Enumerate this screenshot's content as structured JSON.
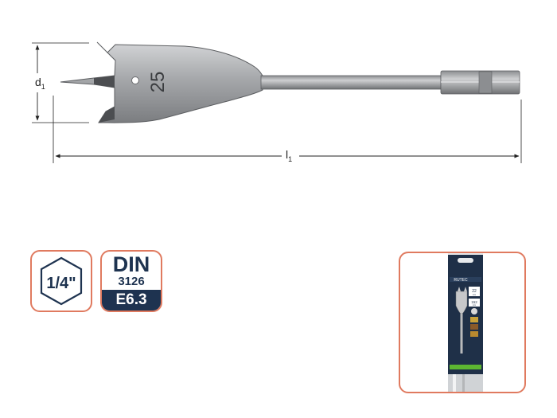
{
  "drawing": {
    "blade_size_label": "25",
    "dim_d1": {
      "main": "d",
      "sub": "1"
    },
    "dim_l1": {
      "main": "l",
      "sub": "1"
    }
  },
  "badges": {
    "hex_shank": {
      "label": "1/4\""
    },
    "din": {
      "line1": "DIN",
      "line2": "3126",
      "line3": "E6.3"
    }
  },
  "colors": {
    "badge_border": "#e07a5f",
    "navy": "#1e3350",
    "steel": "#a9abae",
    "accent_green": "#5cb531"
  },
  "package": {
    "brand": "RUTEC",
    "size_top": "22",
    "size_top_unit": "mm",
    "size_length": "152",
    "size_length_unit": "mm"
  }
}
